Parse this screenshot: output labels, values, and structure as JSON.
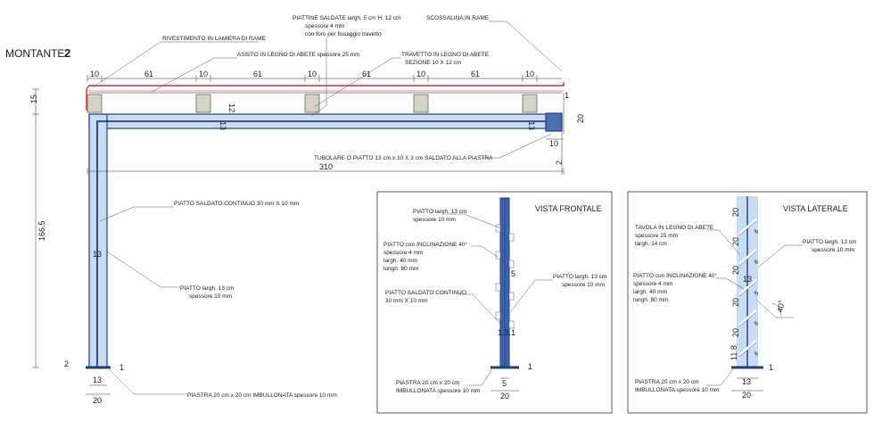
{
  "title": {
    "label": "MONTANTE",
    "number": "2"
  },
  "colors": {
    "steel": "#c9dcf4",
    "steel_line": "#1f3f7a",
    "copper": "#d32f2f",
    "wood": "#d6d2c4"
  },
  "main": {
    "labels": {
      "rivestimento": "RIVESTIMENTO IN LAMIERA DI RAME",
      "assito": "ASSITO IN LEGNO DI ABETE  spessore 25 mm",
      "piattine_1": "PIATTINE SALDATE largh. 5 cm  H. 12 cm",
      "piattine_2": "spessore 4 mm",
      "piattine_3": "con foro per fissaggio travetto",
      "travetto_1": "TRAVETTO IN LEGNO DI ABETE",
      "travetto_2": "SEZIONE 10 X 12 cm",
      "scossalina": "SCOSSALINA IN RAME",
      "tubolare": "TUBOLARE  O  PIATTO 13 cm x 10 X 3 cm SALDATO ALLA PIASTRA",
      "piatto_continuo": "PIATTO  SALDATO CONTINUO 30 mm X 10 mm",
      "piatto_1": "PIATTO largh. 13 cm",
      "piatto_2": "spessore 10 mm",
      "piastra": "PIASTRA  20 cm x 20 cm  IMBULLONATA  spessore 10 mm"
    },
    "dims": {
      "d10a": "10",
      "d61a": "61",
      "d10b": "10",
      "d61b": "61",
      "d10c": "10",
      "d61c": "61",
      "d10d": "10",
      "d61d": "61",
      "d10e": "10",
      "d12": "12",
      "d13a": "13",
      "d13b": "13",
      "d20r": "20",
      "d10r": "10",
      "d1r": "1",
      "d2r": "2",
      "d310": "310",
      "d15": "15",
      "d1665": "166.5",
      "d13c": "13",
      "d2b": "2",
      "d1b": "1",
      "d13bot": "13",
      "d20bot": "20"
    }
  },
  "frontale": {
    "title": "VISTA   FRONTALE",
    "labels": {
      "piatto_a1": "PIATTO largh. 13 cm",
      "piatto_a2": "spessore 10 mm",
      "incl_1": "PIATTO con INCLINAZIONE 40°",
      "incl_2": "spessore  4  mm",
      "incl_3": "largh. 40 mm",
      "incl_4": "lungh. 80 mm",
      "piatto_b1": "PIATTO largh. 13 cm",
      "piatto_b2": "spessore 10 mm",
      "saldato_1": "PIATTO  SALDATO CONTINUO",
      "saldato_2": "30 mm X 10 mm",
      "piastra_1": "PIASTRA  20 cm x 20 cm",
      "piastra_2": "IMBULLONATA  spessore 10 mm"
    },
    "dims": {
      "d5": "5",
      "d131": "1.3.1",
      "d1": "1",
      "d5b": "5",
      "d20": "20"
    }
  },
  "laterale": {
    "title": "VISTA   LATERALE",
    "labels": {
      "tavola_1": "TAVOLA IN LEGNO DI ABETE",
      "tavola_2": "spessore 25 mm",
      "tavola_3": "largh. 14 cm",
      "piatto_1": "PIATTO largh. 13 cm",
      "piatto_2": "spessore 10 mm",
      "incl_1": "PIATTO con INCLINAZIONE 40°",
      "incl_2": "spessore  4  mm",
      "incl_3": "largh. 40 mm",
      "incl_4": "lungh. 80 mm",
      "piastra_1": "PIASTRA  20 cm x 20 cm",
      "piastra_2": "IMBULLONATA  spessore 10 mm"
    },
    "dims": {
      "d20a": "20",
      "d8a": "8",
      "d20b": "20",
      "d8b": "8",
      "d20c": "20",
      "d8c": "8",
      "d13": "13",
      "d8d": "8",
      "d20d": "20",
      "d8e": "8",
      "d20e": "20",
      "d118": "11.8",
      "d40": "40°",
      "d1": "1",
      "d13bot": "13",
      "d20bot": "20"
    }
  }
}
